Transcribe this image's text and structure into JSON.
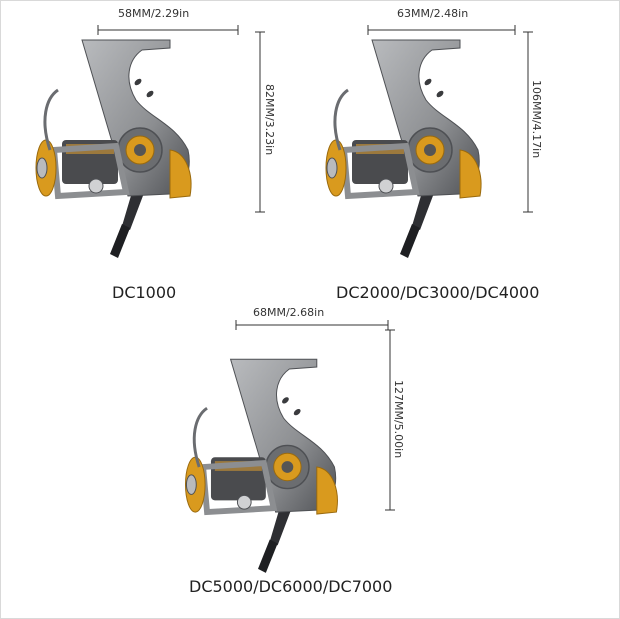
{
  "reels": [
    {
      "model": "DC1000",
      "width_label": "58MM/2.29in",
      "height_label": "82MM/3.23in"
    },
    {
      "model": "DC2000/DC3000/DC4000",
      "width_label": "63MM/2.48in",
      "height_label": "106MM/4.17in"
    },
    {
      "model": "DC5000/DC6000/DC7000",
      "width_label": "68MM/2.68in",
      "height_label": "127MM/5.00in"
    }
  ],
  "colors": {
    "metal": "#8c8e91",
    "metal_light": "#b9bbbe",
    "metal_dark": "#4e5054",
    "gold": "#d99a1e",
    "gold_dark": "#9a6a0e",
    "handle": "#2e2f33",
    "dimension_line": "#333333"
  }
}
